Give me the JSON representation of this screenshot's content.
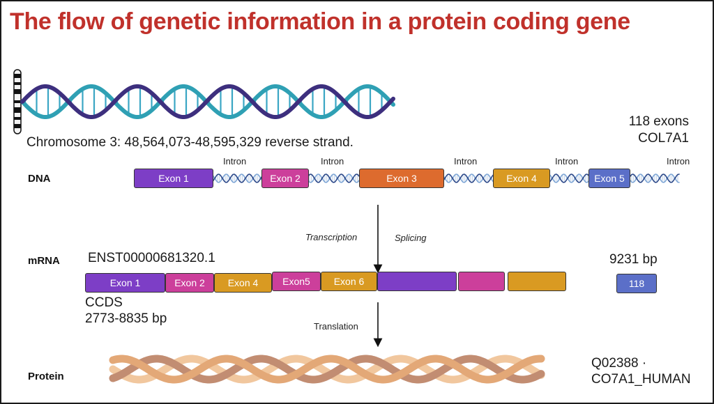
{
  "title": "The flow of genetic information in a  protein coding gene",
  "gene_info": {
    "location": "Chromosome 3: 48,564,073-48,595,329 reverse strand.",
    "exon_count": "118 exons",
    "gene_name": "COL7A1"
  },
  "rows": {
    "dna": "DNA",
    "mrna": "mRNA",
    "protein": "Protein"
  },
  "introns": [
    "Intron",
    "Intron",
    "Intron",
    "Intron",
    "Intron"
  ],
  "dna_exons": [
    {
      "label": "Exon 1",
      "color": "#7d3ec6"
    },
    {
      "label": "Exon 2",
      "color": "#cc3f9b"
    },
    {
      "label": "Exon 3",
      "color": "#dd6b2e"
    },
    {
      "label": "Exon 4",
      "color": "#d99a22"
    },
    {
      "label": "Exon 5",
      "color": "#5b6fc8"
    }
  ],
  "steps": {
    "transcription": "Transcription",
    "splicing": "Splicing",
    "translation": "Translation"
  },
  "transcript": {
    "id": "ENST00000681320.1",
    "length": "9231 bp",
    "ccds_label": "CCDS",
    "ccds_range": "2773-8835 bp"
  },
  "mrna_exons": [
    {
      "label": "Exon 1",
      "color": "#7d3ec6"
    },
    {
      "label": "Exon 2",
      "color": "#cc3f9b"
    },
    {
      "label": "Exon 4",
      "color": "#d99a22"
    },
    {
      "label": "Exon5",
      "color": "#cc3f9b"
    },
    {
      "label": "Exon 6",
      "color": "#d99a22"
    },
    {
      "label": "",
      "color": "#7d3ec6"
    },
    {
      "label": "",
      "color": "#cc3f9b"
    },
    {
      "label": "",
      "color": "#d99a22"
    }
  ],
  "last_exon": {
    "label": "118",
    "color": "#5b6fc8"
  },
  "protein": {
    "accession": "Q02388 ·",
    "entry_name": "CO7A1_HUMAN"
  },
  "colors": {
    "title": "#c0312b",
    "dna_backbone_dark": "#3d2f7e",
    "dna_backbone_light": "#2fa0b4",
    "dna_rungs": "#3aa6c4",
    "protein_light": "#f1c79e",
    "protein_dark": "#c28d72"
  }
}
